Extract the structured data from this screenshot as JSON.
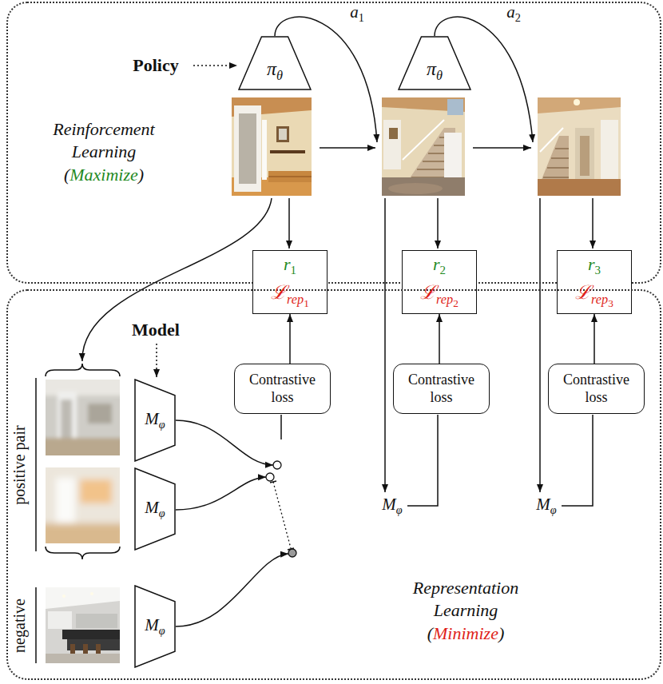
{
  "diagram": {
    "nodes": [
      {
        "text": [
          "Reinforcement Learning",
          "(Maximize)"
        ]
      },
      {
        "text": [
          "πθ"
        ],
        "in": 0
      },
      {
        "text": [
          "πθ"
        ],
        "in": 0
      },
      {
        "text": [
          "r1",
          "ℒrep1"
        ]
      },
      {
        "text": [
          "r2",
          "ℒrep2"
        ]
      },
      {
        "text": [
          "r3",
          "ℒrep3"
        ]
      },
      {
        "text": [
          "Representation Learning",
          "(Minimize)"
        ]
      },
      {
        "text": [
          "Contrastive loss"
        ],
        "in": 6
      },
      {
        "text": [
          "Contrastive loss"
        ],
        "in": 6
      },
      {
        "text": [
          "Contrastive loss"
        ],
        "in": 6
      },
      {
        "text": [
          "Mφ"
        ],
        "in": 6
      },
      {
        "text": [
          "Mφ"
        ],
        "in": 6
      },
      {
        "text": [
          "Mφ"
        ],
        "in": 6
      }
    ],
    "edges": [
      {
        "from": 7,
        "to": 3,
        "arrow": "to"
      },
      {
        "from": 8,
        "to": 4,
        "arrow": "to"
      },
      {
        "from": 9,
        "to": 5,
        "arrow": "to"
      }
    ],
    "labels": [
      "Policy",
      "a1",
      "a2",
      "Model",
      "positive pair",
      "negative",
      "Mφ",
      "Mφ"
    ]
  }
}
